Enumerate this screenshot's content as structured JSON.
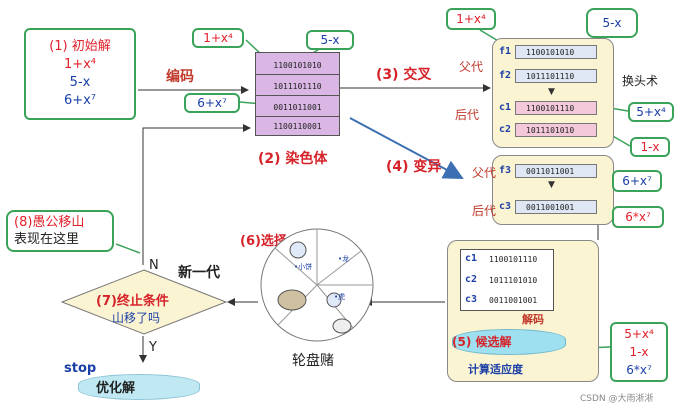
{
  "init": {
    "title": "(1) 初始解",
    "items": [
      "1+x⁴",
      "5-x",
      "6+x⁷"
    ]
  },
  "encode_label": "编码",
  "chromosome": {
    "label": "(2) 染色体",
    "rows": [
      "1100101010",
      "1011101110",
      "0011011001",
      "1100110001"
    ],
    "callout_a": "1+x⁴",
    "callout_b": "5-x",
    "callout_c": "6+x⁷"
  },
  "crossover": {
    "label": "(3) 交叉"
  },
  "crossover_box": {
    "parent_label": "父代",
    "child_label": "后代",
    "swap_label": "换头术",
    "f1": "f1",
    "f1_bits": "1100101010",
    "f2": "f2",
    "f2_bits": "1011101110",
    "c1": "c1",
    "c1_bits": "1100101110",
    "c2": "c2",
    "c2_bits": "1011101010",
    "top_left_callout": "1+x⁴",
    "top_right_callout": "5-x",
    "right_callout_1": "5+x⁴",
    "right_callout_2": "1-x"
  },
  "mutation": {
    "label": "(4) 变异",
    "parent_label": "父代",
    "child_label": "后代",
    "f3": "f3",
    "f3_bits": "0011011001",
    "c3": "c3",
    "c3_bits": "0011001001",
    "callout_1": "6+x⁷",
    "callout_2": "6*x⁷"
  },
  "fitness": {
    "rows": [
      {
        "id": "c1",
        "bits": "1100101110"
      },
      {
        "id": "c2",
        "bits": "1011101010"
      },
      {
        "id": "c3",
        "bits": "0011001001"
      }
    ],
    "decode_label": "解码",
    "candidate_label": "(5) 候选解",
    "calc_label": "计算适应度",
    "results": [
      "5+x⁴",
      "1-x",
      "6*x⁷"
    ]
  },
  "selection": {
    "label": "(6)选择",
    "wheel_label": "轮盘赌",
    "wheel_texts": [
      "•小饼",
      "•龙",
      "•虎"
    ]
  },
  "terminate": {
    "label": "(7)终止条件",
    "question": "山移了吗",
    "n_label": "N",
    "y_label": "Y",
    "new_gen": "新一代"
  },
  "yugong": {
    "line1": "(8)愚公移山",
    "line2": "表现在这里"
  },
  "stop": {
    "label": "stop",
    "result": "优化解"
  },
  "watermark": "CSDN @大雨淅淅"
}
